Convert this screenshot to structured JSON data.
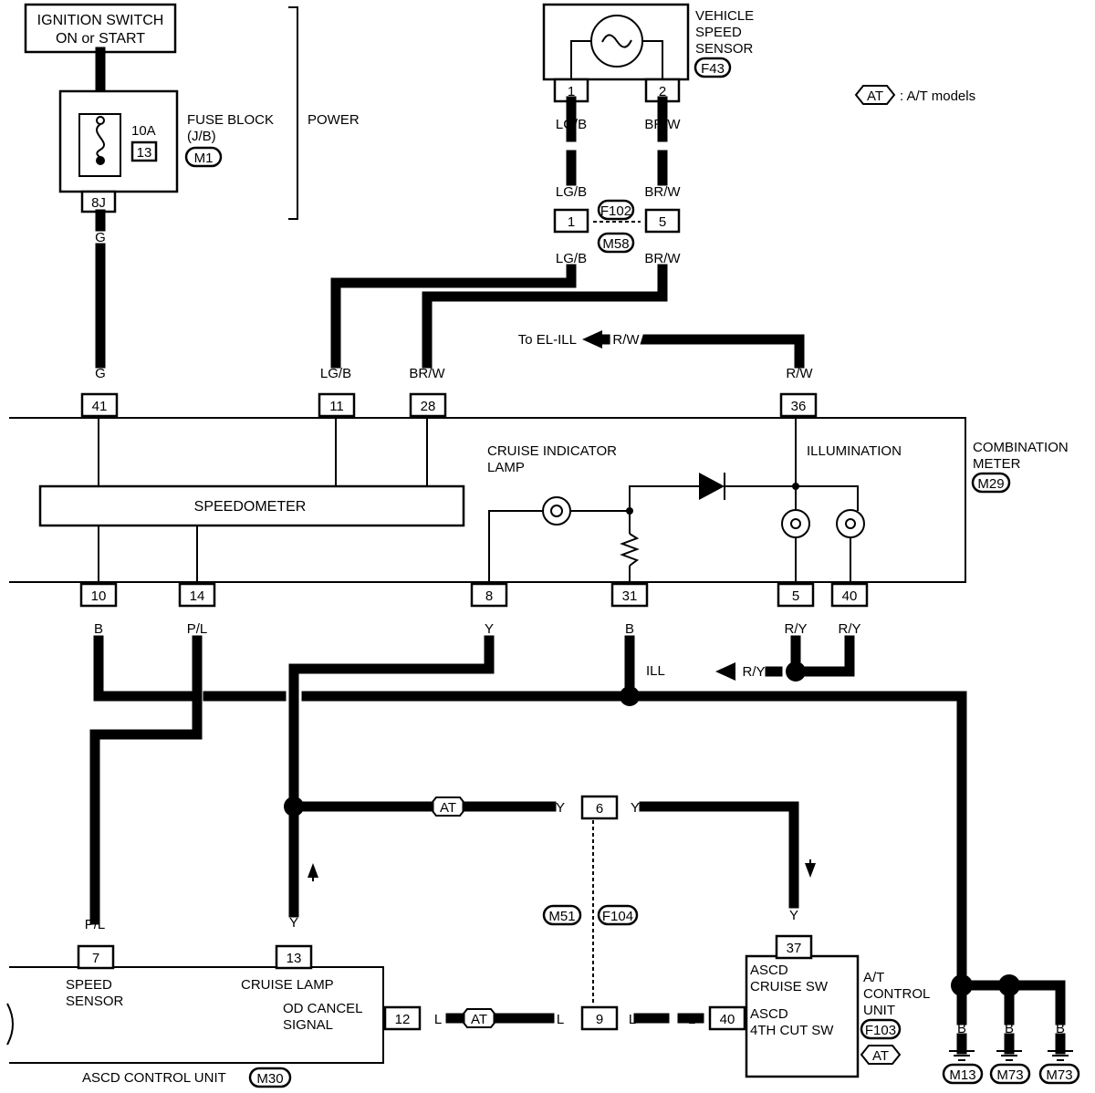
{
  "ignition": {
    "line1": "IGNITION SWITCH",
    "line2": "ON or START"
  },
  "fuse": {
    "amp": "10A",
    "num": "13",
    "name1": "FUSE BLOCK",
    "name2": "(J/B)",
    "conn": "M1",
    "pin": "8J"
  },
  "power_label": "POWER",
  "vss": {
    "line1": "VEHICLE",
    "line2": "SPEED",
    "line3": "SENSOR",
    "conn": "F43",
    "pin1": "1",
    "pin2": "2"
  },
  "legend": {
    "tag": "AT",
    "text": ": A/T models"
  },
  "joint": {
    "left_pin": "1",
    "right_pin": "5",
    "conn_top": "F102",
    "conn_bottom": "M58"
  },
  "wires": {
    "G": "G",
    "LGB": "LG/B",
    "BRW": "BR/W",
    "RW": "R/W",
    "B": "B",
    "PL": "P/L",
    "Y": "Y",
    "RY": "R/Y",
    "L": "L",
    "ILL": "ILL",
    "to_el_ill": "To EL-ILL"
  },
  "meter": {
    "name1": "COMBINATION",
    "name2": "METER",
    "conn": "M29",
    "speedometer": "SPEEDOMETER",
    "cruise1": "CRUISE INDICATOR",
    "cruise2": "LAMP",
    "illumination": "ILLUMINATION",
    "top_pins": [
      "41",
      "11",
      "28",
      "36"
    ],
    "bottom_pins": [
      "10",
      "14",
      "8",
      "31",
      "5",
      "40"
    ]
  },
  "mid": {
    "pin6": "6",
    "pin9": "9",
    "conn_left": "M51",
    "conn_right": "F104"
  },
  "ascd": {
    "name": "ASCD CONTROL UNIT",
    "conn": "M30",
    "pin7": "7",
    "pin13": "13",
    "pin12": "12",
    "speed1": "SPEED",
    "speed2": "SENSOR",
    "cruise_lamp": "CRUISE LAMP",
    "od1": "OD CANCEL",
    "od2": "SIGNAL"
  },
  "atcu": {
    "pin37": "37",
    "pin40": "40",
    "sw1a": "ASCD",
    "sw1b": "CRUISE SW",
    "sw2a": "ASCD",
    "sw2b": "4TH CUT SW",
    "name1": "A/T",
    "name2": "CONTROL",
    "name3": "UNIT",
    "conn": "F103",
    "tag": "AT"
  },
  "grounds": [
    "M13",
    "M73",
    "M73"
  ]
}
